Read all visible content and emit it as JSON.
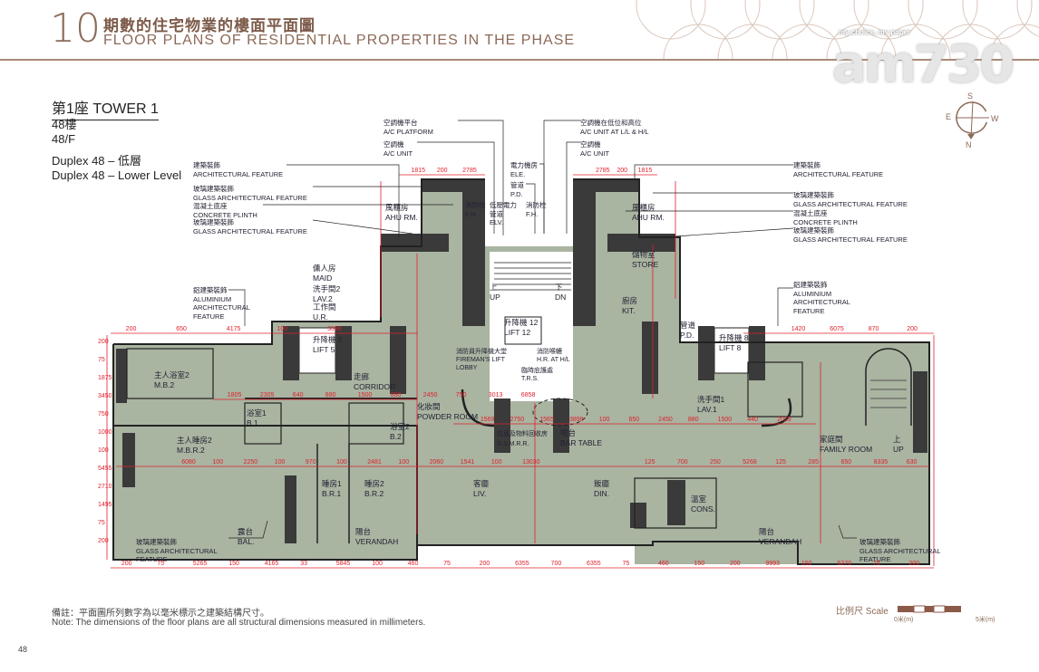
{
  "header": {
    "section_number": "10",
    "title_zh": "期數的住宅物業的樓面平面圖",
    "title_en": "FLOOR PLANS OF RESIDENTIAL PROPERTIES IN THE PHASE"
  },
  "watermark": {
    "logo": "am730",
    "tagline": "my choice, my paper"
  },
  "plan": {
    "tower": "第1座 TOWER 1",
    "floor_zh": "48樓",
    "floor_en": "48/F",
    "duplex_zh": "Duplex 48 – 低層",
    "duplex_en": "Duplex 48 – Lower Level"
  },
  "compass": {
    "s": "S",
    "e": "E",
    "w": "W",
    "n": "N"
  },
  "callouts": [
    {
      "zh": "建築裝飾",
      "en": "ARCHITECTURAL FEATURE"
    },
    {
      "zh": "玻璃建築裝飾",
      "en": "GLASS ARCHITECTURAL FEATURE"
    },
    {
      "zh": "混凝土底座",
      "en": "CONCRETE PLINTH"
    },
    {
      "zh": "玻璃建築裝飾",
      "en": "GLASS ARCHITECTURAL FEATURE"
    },
    {
      "zh": "鋁建築裝飾",
      "en": "ALUMINIUM ARCHITECTURAL FEATURE"
    },
    {
      "zh": "空調機平台",
      "en": "A/C PLATFORM"
    },
    {
      "zh": "空調機",
      "en": "A/C UNIT"
    },
    {
      "zh": "電力機房",
      "en": "ELE."
    },
    {
      "zh": "管道",
      "en": "P.D."
    },
    {
      "zh": "消防栓",
      "en": "F.H."
    },
    {
      "zh": "低壓電力管道",
      "en": "ELV."
    },
    {
      "zh": "消防栓",
      "en": "F.H."
    },
    {
      "zh": "空調機在低位和高位",
      "en": "A/C UNIT  AT L/L & H/L"
    },
    {
      "zh": "空調機",
      "en": "A/C UNIT"
    },
    {
      "zh": "建築裝飾",
      "en": "ARCHITECTURAL FEATURE"
    },
    {
      "zh": "玻璃建築裝飾",
      "en": "GLASS ARCHITECTURAL FEATURE"
    },
    {
      "zh": "混凝土底座",
      "en": "CONCRETE PLINTH"
    },
    {
      "zh": "玻璃建築裝飾",
      "en": "GLASS ARCHITECTURAL FEATURE"
    },
    {
      "zh": "鋁建築裝飾",
      "en": "ALUMINIUM ARCHITECTURAL FEATURE"
    },
    {
      "zh": "玻璃建築裝飾",
      "en": "GLASS ARCHITECTURAL FEATURE"
    },
    {
      "zh": "玻璃建築裝飾",
      "en": "GLASS ARCHITECTURAL FEATURE"
    }
  ],
  "rooms": [
    {
      "zh": "風櫃房",
      "en": "AHU RM."
    },
    {
      "zh": "風櫃房",
      "en": "AHU RM."
    },
    {
      "zh": "傭人房",
      "en": "MAID"
    },
    {
      "zh": "洗手間2",
      "en": "LAV.2"
    },
    {
      "zh": "工作間",
      "en": "U.R."
    },
    {
      "zh": "儲物室",
      "en": "STORE"
    },
    {
      "zh": "廚房",
      "en": "KIT."
    },
    {
      "zh": "升降機 5",
      "en": "LIFT 5"
    },
    {
      "zh": "升降機 12",
      "en": "LIFT 12"
    },
    {
      "zh": "升降機 8",
      "en": "LIFT 8"
    },
    {
      "zh": "管道",
      "en": "P.D."
    },
    {
      "zh": "走廊",
      "en": "CORRIDOR"
    },
    {
      "zh": "消防員升降機大堂",
      "en": "FIREMAN'S LIFT LOBBY"
    },
    {
      "zh": "消防喉轆",
      "en": "H.R. AT H/L"
    },
    {
      "zh": "臨時庇護處",
      "en": "T.R.S."
    },
    {
      "zh": "化妝間",
      "en": "POWDER ROOM"
    },
    {
      "zh": "主人浴室2",
      "en": "M.B.2"
    },
    {
      "zh": "浴室1",
      "en": "B.1"
    },
    {
      "zh": "浴室2",
      "en": "B.2"
    },
    {
      "zh": "主人睡房2",
      "en": "M.B.R.2"
    },
    {
      "zh": "垃圾及物料回收房",
      "en": "R.S.M.R.R."
    },
    {
      "zh": "吧台",
      "en": "BAR TABLE"
    },
    {
      "zh": "洗手間1",
      "en": "LAV.1"
    },
    {
      "zh": "家庭間",
      "en": "FAMILY ROOM"
    },
    {
      "zh": "上",
      "en": "UP"
    },
    {
      "zh": "睡房1",
      "en": "B.R.1"
    },
    {
      "zh": "睡房2",
      "en": "B.R.2"
    },
    {
      "zh": "客廳",
      "en": "LIV."
    },
    {
      "zh": "飯廳",
      "en": "DIN."
    },
    {
      "zh": "溫室",
      "en": "CONS."
    },
    {
      "zh": "露台",
      "en": "BAL."
    },
    {
      "zh": "陽台",
      "en": "VERANDAH"
    },
    {
      "zh": "陽台",
      "en": "VERANDAH"
    },
    {
      "zh": "下",
      "en": "DN"
    },
    {
      "zh": "上",
      "en": "UP"
    }
  ],
  "dimensions": {
    "bottom": [
      "200",
      "75",
      "5265",
      "150",
      "4165",
      "33",
      "5845",
      "100",
      "460",
      "75",
      "200",
      "6355",
      "700",
      "6355",
      "75",
      "460",
      "150",
      "200",
      "9993",
      "150",
      "5270",
      "75",
      "200"
    ],
    "top_left": [
      "200",
      "650",
      "4175",
      "100",
      "3390"
    ],
    "top_right": [
      "1420",
      "6075",
      "870",
      "200"
    ],
    "ahu_left": [
      "1815",
      "200",
      "2785"
    ],
    "ahu_right": [
      "2785",
      "200",
      "1815"
    ],
    "corridor": [
      "1805",
      "2305",
      "640",
      "880",
      "1500",
      "880",
      "2450",
      "750",
      "3013",
      "6858"
    ],
    "mid_left": [
      "6080",
      "100",
      "2250",
      "100",
      "970",
      "100",
      "2481",
      "100",
      "2060",
      "1541",
      "100",
      "13030"
    ],
    "mid_right": [
      "125",
      "700",
      "250",
      "5268",
      "125",
      "285",
      "650",
      "8335",
      "630"
    ],
    "bar_row": [
      "1569",
      "2750",
      "1565",
      "3898",
      "100",
      "650",
      "2450",
      "880",
      "1500",
      "440",
      "2029"
    ],
    "left_vertical": [
      "200",
      "75",
      "1875",
      "3450",
      "750",
      "1000",
      "100",
      "5455",
      "2710",
      "1495",
      "75",
      "200"
    ]
  },
  "footer": {
    "note_zh": "備註：平面圖所列數字為以毫米標示之建築結構尺寸。",
    "note_en": "Note:  The dimensions of the floor plans are all structural dimensions measured in millimeters.",
    "scale_label": "比例尺 Scale",
    "scale_min": "0米(m)",
    "scale_max": "5米(m)",
    "page_number": "48"
  },
  "colors": {
    "brand": "#8c6a58",
    "floor": "#a9b4a1",
    "wall": "#3a3a3a",
    "dimension": "#e0202c"
  }
}
